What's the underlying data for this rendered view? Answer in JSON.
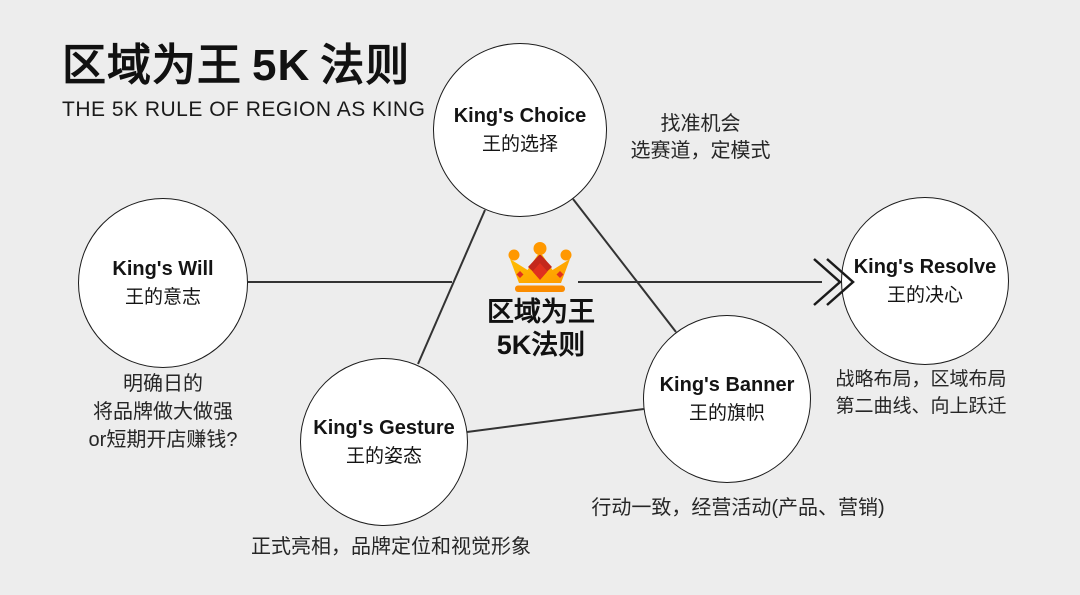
{
  "colors": {
    "background": "#EDEDED",
    "circle_fill": "#FFFFFF",
    "circle_border": "#1C1C1C",
    "line": "#333333",
    "chevron": "#1A1A1A",
    "crown_gold": "#FFC400",
    "crown_orange": "#FF9800",
    "crown_band": "#FB8C00",
    "crown_red_dark": "#C4281C",
    "crown_red": "#E0301E"
  },
  "header": {
    "title_zh_left": "区域为王",
    "title_5k": "5K",
    "title_zh_right": "法则",
    "subtitle": "THE 5K RULE OF REGION AS KING"
  },
  "center": {
    "icon": "crown-icon",
    "line1": "区域为王",
    "line2": "5K法则"
  },
  "nodes": {
    "choice": {
      "en": "King's Choice",
      "zh": "王的选择"
    },
    "will": {
      "en": "King's Will",
      "zh": "王的意志"
    },
    "gesture": {
      "en": "King's Gesture",
      "zh": "王的姿态"
    },
    "banner": {
      "en": "King's Banner",
      "zh": "王的旗帜"
    },
    "resolve": {
      "en": "King's Resolve",
      "zh": "王的决心"
    }
  },
  "notes": {
    "choice": {
      "line1": "找准机会",
      "line2": "选赛道，定模式"
    },
    "will": {
      "line1": "明确日的",
      "line2": "将品牌做大做强",
      "line3": "or短期开店赚钱?"
    },
    "gesture": {
      "line1": "正式亮相，品牌定位和视觉形象"
    },
    "banner": {
      "line1": "行动一致，经营活动(产品、营销)"
    },
    "resolve": {
      "line1": "战略布局，区域布局",
      "line2": "第二曲线、向上跃迁"
    }
  }
}
